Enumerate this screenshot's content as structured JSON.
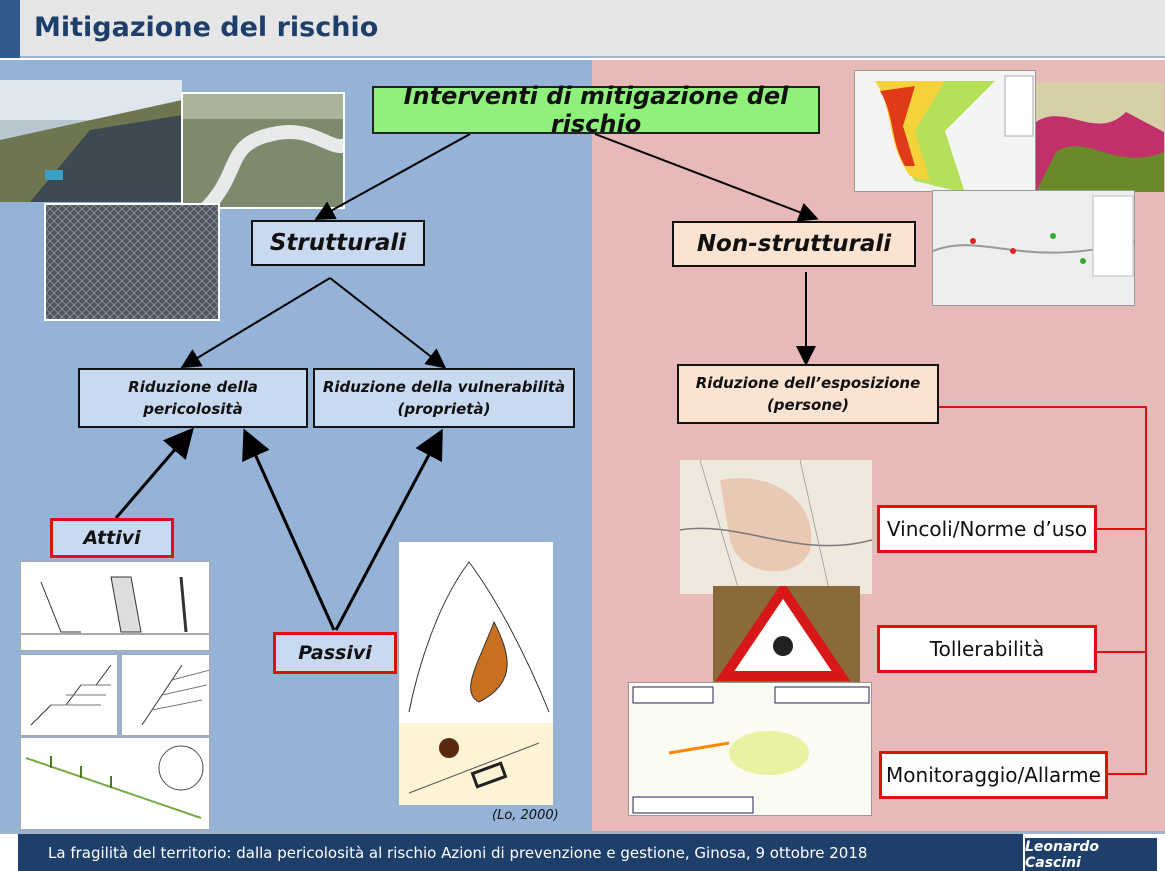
{
  "title": "Mitigazione del rischio",
  "diagram": {
    "root": "Interventi di mitigazione del rischio",
    "structural": "Strutturali",
    "non_structural": "Non-strutturali",
    "hazard_reduction": [
      "Riduzione della",
      "pericolosità"
    ],
    "vulnerability_reduction": [
      "Riduzione della vulnerabilità",
      "(proprietà)"
    ],
    "exposure_reduction": [
      "Riduzione dell’esposizione",
      "(persone)"
    ],
    "active": "Attivi",
    "passive": "Passivi",
    "measures": [
      "Vincoli/Norme d’uso",
      "Tollerabilità",
      "Monitoraggio/Allarme"
    ]
  },
  "citation": "(Lo, 2000)",
  "footer": {
    "text": "La fragilità del territorio: dalla pericolosità al rischio Azioni di prevenzione e gestione, Ginosa, 9 ottobre 2018",
    "author": "Leonardo Cascini"
  },
  "colors": {
    "accent": "#1f3f6b",
    "red": "#e01010",
    "green": "#8ff07c",
    "blue_panel": "#94b3d7",
    "pink_panel": "#e8b9b9"
  }
}
